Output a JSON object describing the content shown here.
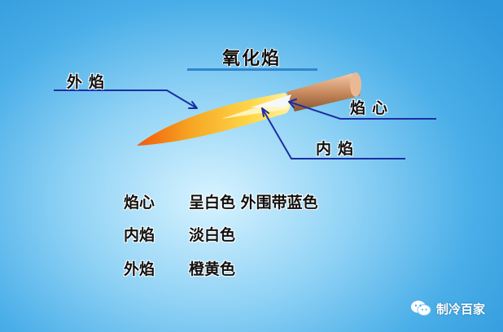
{
  "title": "氧化焰",
  "labels": {
    "outer": "外焰",
    "core": "焰心",
    "inner": "内焰"
  },
  "descriptions": [
    {
      "name": "焰心",
      "text": "呈白色 外围带蓝色"
    },
    {
      "name": "内焰",
      "text": "淡白色"
    },
    {
      "name": "外焰",
      "text": "橙黄色"
    }
  ],
  "watermark": {
    "text": "制冷百家",
    "icon": "wechat-icon"
  },
  "colors": {
    "background": "#49aee8",
    "leader_lines": "#1b2fa3",
    "flame_outer": "#f27a12",
    "flame_mid": "#ffd23a",
    "nozzle": "#c98a5e"
  }
}
